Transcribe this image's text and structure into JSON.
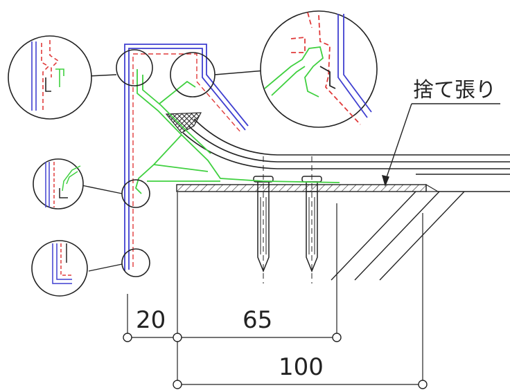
{
  "labels": {
    "sheathing": "捨て張り"
  },
  "dimensions": {
    "d20": "20",
    "d65": "65",
    "d100": "100"
  },
  "colors": {
    "outline": "#222222",
    "flashing_blue": "#3f3fd0",
    "dashed_red": "#e03a3a",
    "clip_green": "#3fd03f"
  }
}
